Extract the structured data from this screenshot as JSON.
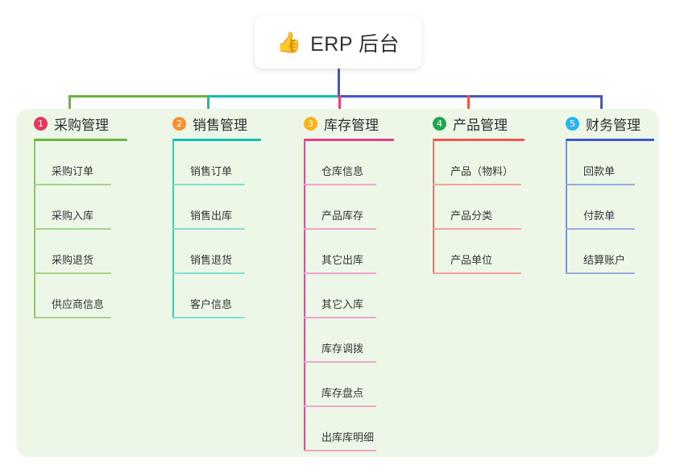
{
  "root": {
    "icon": "thumbs-up-icon",
    "emoji": "👍",
    "title": "ERP 后台"
  },
  "palette": {
    "panel_bg": "#edf7e8",
    "page_bg": "#ffffff",
    "trunk": "#4456c8",
    "text": "#333638",
    "title_text": "#2b2f33"
  },
  "connectors": {
    "bar_segments": [
      {
        "name": "segment-green",
        "color": "#6cb33f"
      },
      {
        "name": "segment-teal",
        "color": "#12bfae"
      },
      {
        "name": "segment-blue",
        "color": "#4456c8"
      }
    ],
    "stubs": [
      {
        "name": "stub-purchase",
        "color": "#6cb33f"
      },
      {
        "name": "stub-sales",
        "color": "#12bfae"
      },
      {
        "name": "stub-inventory",
        "color": "#ea3d87"
      },
      {
        "name": "stub-product",
        "color": "#f4564f"
      },
      {
        "name": "stub-finance",
        "color": "#4456c8"
      }
    ]
  },
  "columns": [
    {
      "key": "purchase",
      "number": "1",
      "title": "采购管理",
      "badge_color": "#e8365d",
      "line_color": "#6cb33f",
      "item_line_color": "#a9d18e",
      "spine_color": "#8cc665",
      "head_rule_width": 116,
      "item_rule_width": 96,
      "items": [
        {
          "label": "采购订单"
        },
        {
          "label": "采购入库"
        },
        {
          "label": "采购退货"
        },
        {
          "label": "供应商信息"
        }
      ]
    },
    {
      "key": "sales",
      "number": "2",
      "title": "销售管理",
      "badge_color": "#f5922f",
      "line_color": "#12bfae",
      "item_line_color": "#86ddd3",
      "spine_color": "#3ecabb",
      "head_rule_width": 110,
      "item_rule_width": 90,
      "items": [
        {
          "label": "销售订单"
        },
        {
          "label": "销售出库"
        },
        {
          "label": "销售退货"
        },
        {
          "label": "客户信息"
        }
      ]
    },
    {
      "key": "inventory",
      "number": "3",
      "title": "库存管理",
      "badge_color": "#f7b318",
      "line_color": "#ea3d87",
      "item_line_color": "#f1a5c8",
      "spine_color": "#e8479a",
      "head_rule_width": 112,
      "item_rule_width": 90,
      "items": [
        {
          "label": "仓库信息"
        },
        {
          "label": "产品库存"
        },
        {
          "label": "其它出库"
        },
        {
          "label": "其它入库"
        },
        {
          "label": "库存调拨"
        },
        {
          "label": "库存盘点"
        },
        {
          "label": "出库库明细"
        }
      ]
    },
    {
      "key": "product",
      "number": "4",
      "title": "产品管理",
      "badge_color": "#21a84c",
      "line_color": "#f4564f",
      "item_line_color": "#f6a39c",
      "spine_color": "#f4736a",
      "head_rule_width": 114,
      "item_rule_width": 110,
      "items": [
        {
          "label": "产品（物料）"
        },
        {
          "label": "产品分类"
        },
        {
          "label": "产品单位"
        }
      ]
    },
    {
      "key": "finance",
      "number": "5",
      "title": "财务管理",
      "badge_color": "#29b6f0",
      "line_color": "#4456c8",
      "item_line_color": "#9aa8e0",
      "spine_color": "#7d8ed8",
      "head_rule_width": 110,
      "item_rule_width": 86,
      "items": [
        {
          "label": "回款单"
        },
        {
          "label": "付款单"
        },
        {
          "label": "结算账户"
        }
      ]
    }
  ]
}
